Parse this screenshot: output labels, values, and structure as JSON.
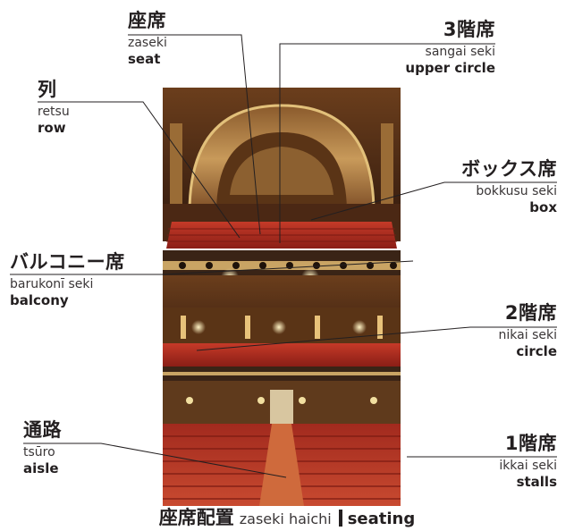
{
  "labels": [
    {
      "id": "seat",
      "jp": "座席",
      "romaji": "zaseki",
      "en": "seat"
    },
    {
      "id": "upper_circle",
      "jp": "3階席",
      "romaji": "sangai seki",
      "en": "upper circle"
    },
    {
      "id": "row",
      "jp": "列",
      "romaji": "retsu",
      "en": "row"
    },
    {
      "id": "box",
      "jp": "ボックス席",
      "romaji": "bokkusu seki",
      "en": "box"
    },
    {
      "id": "balcony",
      "jp": "バルコニー席",
      "romaji": "barukonī seki",
      "en": "balcony"
    },
    {
      "id": "circle",
      "jp": "2階席",
      "romaji": "nikai seki",
      "en": "circle"
    },
    {
      "id": "aisle",
      "jp": "通路",
      "romaji": "tsūro",
      "en": "aisle"
    },
    {
      "id": "stalls",
      "jp": "1階席",
      "romaji": "ikkai seki",
      "en": "stalls"
    }
  ],
  "caption": {
    "jp": "座席配置",
    "romaji": "zaseki haichi",
    "en": "seating"
  },
  "colors": {
    "text": "#231f20",
    "seat_red": "#b5241c",
    "gold": "#c9a464",
    "dark": "#2a1a12"
  }
}
